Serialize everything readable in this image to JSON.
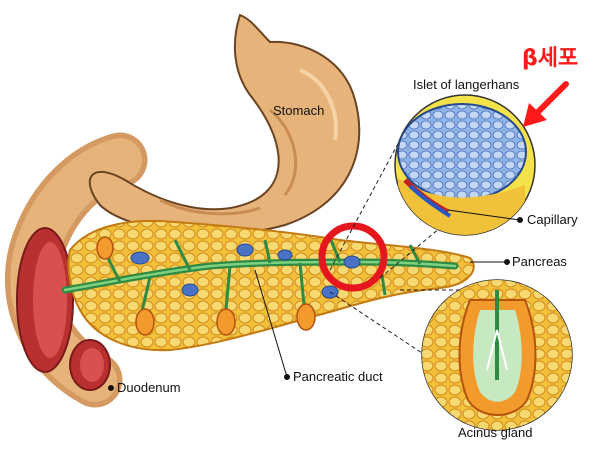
{
  "labels": {
    "stomach": "Stomach",
    "islet": "Islet of langerhans",
    "capillary": "Capillary",
    "pancreas": "Pancreas",
    "pancreatic_duct": "Pancreatic duct",
    "duodenum": "Duodenum",
    "acinus": "Acinus gland"
  },
  "annotation": {
    "text": "β세포",
    "color": "#ff1a1a"
  },
  "colors": {
    "stomach": "#e6b47a",
    "pancreas": "#f2c13a",
    "duodenum": "#cf4a4a",
    "duct": "#3ea957",
    "islet": "#8fb3e6",
    "callout_bg": "#f4e24a",
    "highlight": "#e5161d"
  }
}
